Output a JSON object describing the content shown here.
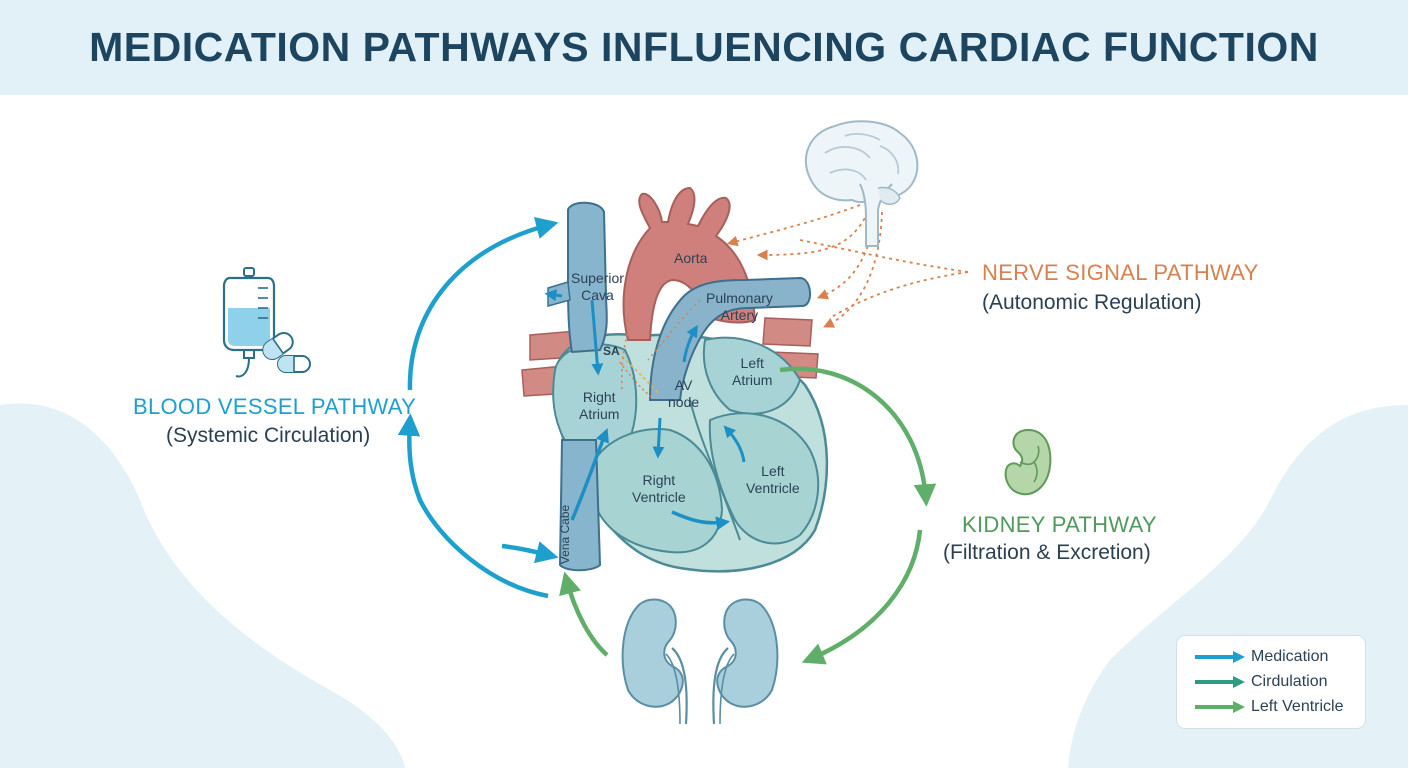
{
  "title": "MEDICATION PATHWAYS INFLUENCING CARDIAC FUNCTION",
  "pathways": {
    "blood": {
      "title": "BLOOD VESSEL PATHWAY",
      "subtitle": "(Systemic Circulation)",
      "color": "#1ea0cf"
    },
    "nerve": {
      "title": "NERVE SIGNAL PATHWAY",
      "subtitle": "(Autonomic Regulation)",
      "color": "#d9804f"
    },
    "kidney": {
      "title": "KIDNEY PATHWAY",
      "subtitle": "(Filtration & Excretion)",
      "color": "#4f9a5c"
    }
  },
  "heart_labels": {
    "superior_cava": "Superior\nCava",
    "aorta": "Aorta",
    "pulmonary_artery": "Pulmonary\nArtery",
    "sa": "SA",
    "av_node": "AV\nnode",
    "right_atrium": "Right\nAtrium",
    "left_atrium": "Left\nAtrium",
    "right_ventricle": "Right\nVentricle",
    "left_ventricle": "Left\nVentricle",
    "vena_cava": "Vena Cabe"
  },
  "legend": [
    {
      "label": "Medication",
      "color": "#1ea0cf"
    },
    {
      "label": "Cirdulation",
      "color": "#2f9b82"
    },
    {
      "label": "Left Ventricle",
      "color": "#5fae6a"
    }
  ],
  "icons": {
    "iv_bag": "iv-bag-icon",
    "pills": "pills-icon",
    "brain": "brain-icon",
    "kidney_small": "kidney-icon",
    "kidneys_pair": "kidneys-icon"
  }
}
